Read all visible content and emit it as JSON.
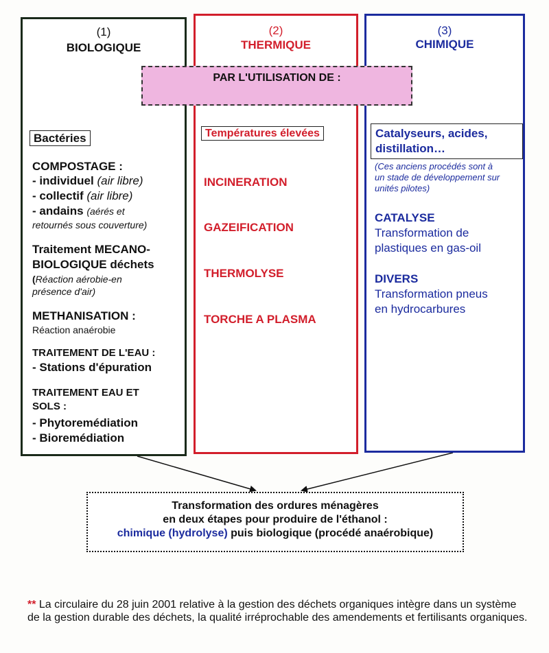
{
  "columns": [
    {
      "number": "(1)",
      "title": "BIOLOGIQUE",
      "method_label": "Bactéries",
      "compostage": {
        "heading": "COMPOSTAGE :",
        "items": [
          {
            "term": "- individuel",
            "note": "(air libre)"
          },
          {
            "term": "- collectif",
            "note": "(air libre)"
          },
          {
            "term": "- andains",
            "note": "(aérés et",
            "note_cont": "retournés sous couverture)"
          }
        ]
      },
      "mecano": {
        "line1": "Traitement MECANO-",
        "line2": "BIOLOGIQUE déchets",
        "note1": "Réaction aérobie-en",
        "note2": "présence d'air)",
        "paren_open": "("
      },
      "methanisation": {
        "heading": "METHANISATION :",
        "note": "Réaction anaérobie"
      },
      "eau": {
        "heading": "TRAITEMENT DE L'EAU :",
        "item": "- Stations d'épuration"
      },
      "sols": {
        "heading1": "TRAITEMENT EAU ET",
        "heading2": "SOLS :",
        "items": [
          "- Phytoremédiation",
          "- Bioremédiation"
        ]
      }
    },
    {
      "number": "(2)",
      "title": "THERMIQUE",
      "method_label": "Températures élevées",
      "items": [
        "INCINERATION",
        "GAZEIFICATION",
        "THERMOLYSE",
        "TORCHE A PLASMA"
      ]
    },
    {
      "number": "(3)",
      "title": "CHIMIQUE",
      "method_line1": "Catalyseurs, acides,",
      "method_line2": "distillation…",
      "note_lines": [
        "(Ces anciens procédés sont à",
        "un stade de développement sur",
        "unités pilotes)"
      ],
      "catalyse": {
        "heading": "CATALYSE",
        "lines": [
          "Transformation de",
          "plastiques en gas-oil"
        ]
      },
      "divers": {
        "heading": "DIVERS",
        "lines": [
          "Transformation pneus",
          "en hydrocarbures"
        ]
      }
    }
  ],
  "par_utilisation": "PAR L'UTILISATION DE :",
  "transformation": {
    "line1": "Transformation des ordures ménagères",
    "line2": "en deux étapes pour produire de l'éthanol :",
    "line3_blue": "chimique (hydrolyse)",
    "line3_rest": " puis biologique (procédé anaérobique)"
  },
  "footnote": {
    "marker": "**",
    "text": " La circulaire du 28 juin 2001 relative à la gestion des déchets organiques intègre dans un système de la gestion durable des déchets, la qualité irréprochable des amendements et fertilisants organiques."
  },
  "colors": {
    "thermique": "#d21e2b",
    "chimique": "#1b2b9e",
    "biologique": "#1a2a1a",
    "par_box": "#efb6e0"
  }
}
